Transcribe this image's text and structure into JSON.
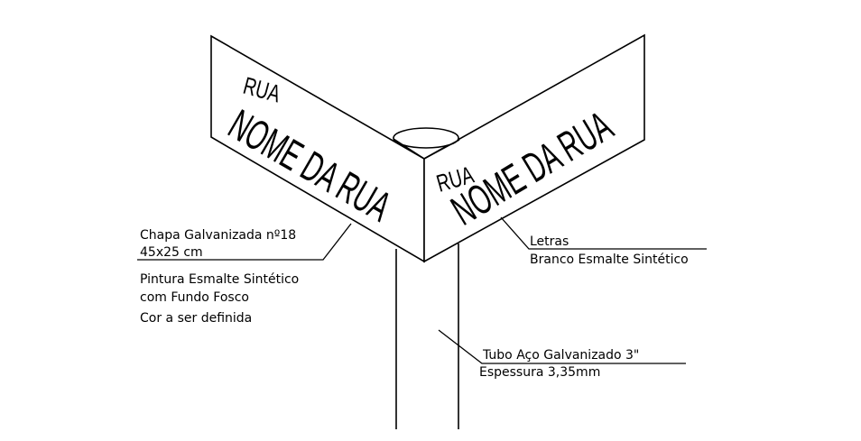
{
  "sign_left": {
    "small": "RUA",
    "big": "NOME DA RUA"
  },
  "sign_right": {
    "small": "RUA",
    "big": "NOME DA RUA"
  },
  "notes": {
    "plate_line1": "Chapa Galvanizada nº18",
    "plate_line2": "45x25 cm",
    "paint_line1": "Pintura Esmalte Sintético",
    "paint_line2": "com Fundo Fosco",
    "paint_line3": "Cor a ser definida",
    "letters_line1": "Letras",
    "letters_line2": "Branco Esmalte Sintético",
    "tube_line1": "Tubo Aço Galvanizado 3\"",
    "tube_line2": "Espessura 3,35mm"
  }
}
